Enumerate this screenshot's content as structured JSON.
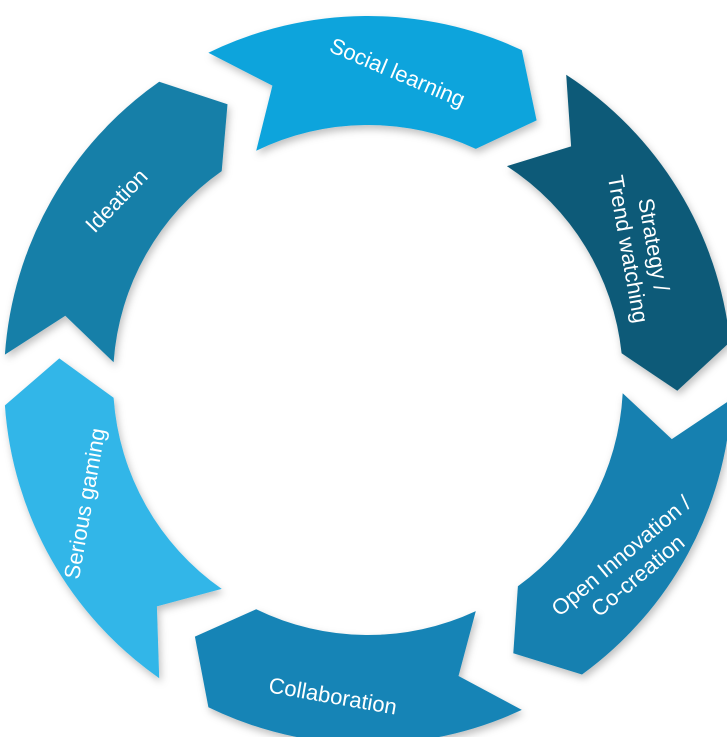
{
  "segments": [
    {
      "id": "social-learning",
      "lines": [
        "Social learning"
      ],
      "color": "#10a4dc"
    },
    {
      "id": "strategy",
      "lines": [
        "Strategy /",
        "Trend watching"
      ],
      "color": "#0a5a78"
    },
    {
      "id": "open-innovation",
      "lines": [
        "Open Innovation /",
        "Co-creation"
      ],
      "color": "#1280b0"
    },
    {
      "id": "collaboration",
      "lines": [
        "Collaboration"
      ],
      "color": "#1584b6"
    },
    {
      "id": "serious-gaming",
      "lines": [
        "Serious gaming"
      ],
      "color": "#33b6e8"
    },
    {
      "id": "ideation",
      "lines": [
        "Ideation"
      ],
      "color": "#177fa8"
    }
  ]
}
